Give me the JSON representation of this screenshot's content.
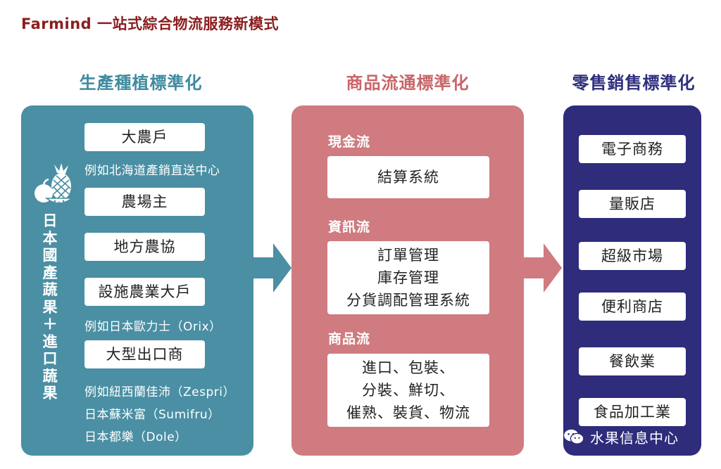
{
  "title": "Farmind 一站式綜合物流服務新模式",
  "columns": {
    "production": {
      "heading": "生產種植標準化",
      "vertical_label": "日本國產蔬果＋進口蔬果",
      "items": [
        {
          "label": "大農戶",
          "example": "例如北海道產銷直送中心"
        },
        {
          "label": "農場主"
        },
        {
          "label": "地方農協"
        },
        {
          "label": "設施農業大戶",
          "example": "例如日本歐力士（Orix）"
        },
        {
          "label": "大型出口商",
          "examples": [
            "例如紐西蘭佳沛（Zespri）",
            "日本蘇米富（Sumifru）",
            "日本都樂（Dole）"
          ]
        }
      ]
    },
    "distribution": {
      "heading": "商品流通標準化",
      "sections": [
        {
          "label": "現金流",
          "lines": [
            "結算系統"
          ]
        },
        {
          "label": "資訊流",
          "lines": [
            "訂單管理",
            "庫存管理",
            "分貨調配管理系統"
          ]
        },
        {
          "label": "商品流",
          "lines": [
            "進口、包裝、",
            "分裝、鮮切、",
            "催熟、裝貨、物流"
          ]
        }
      ]
    },
    "retail": {
      "heading": "零售銷售標準化",
      "items": [
        "電子商務",
        "量販店",
        "超級市場",
        "便利商店",
        "餐飲業",
        "食品加工業"
      ]
    }
  },
  "watermark": "水果信息中心",
  "colors": {
    "title": "#8b1e1e",
    "production": "#4a8fa3",
    "distribution": "#cf7b80",
    "retail": "#2f2c7c",
    "arrow_left": "#4a8fa3",
    "arrow_right": "#cf7b80"
  },
  "icons": {
    "fruit": "fruit-icon",
    "watermark": "wechat-icon"
  }
}
